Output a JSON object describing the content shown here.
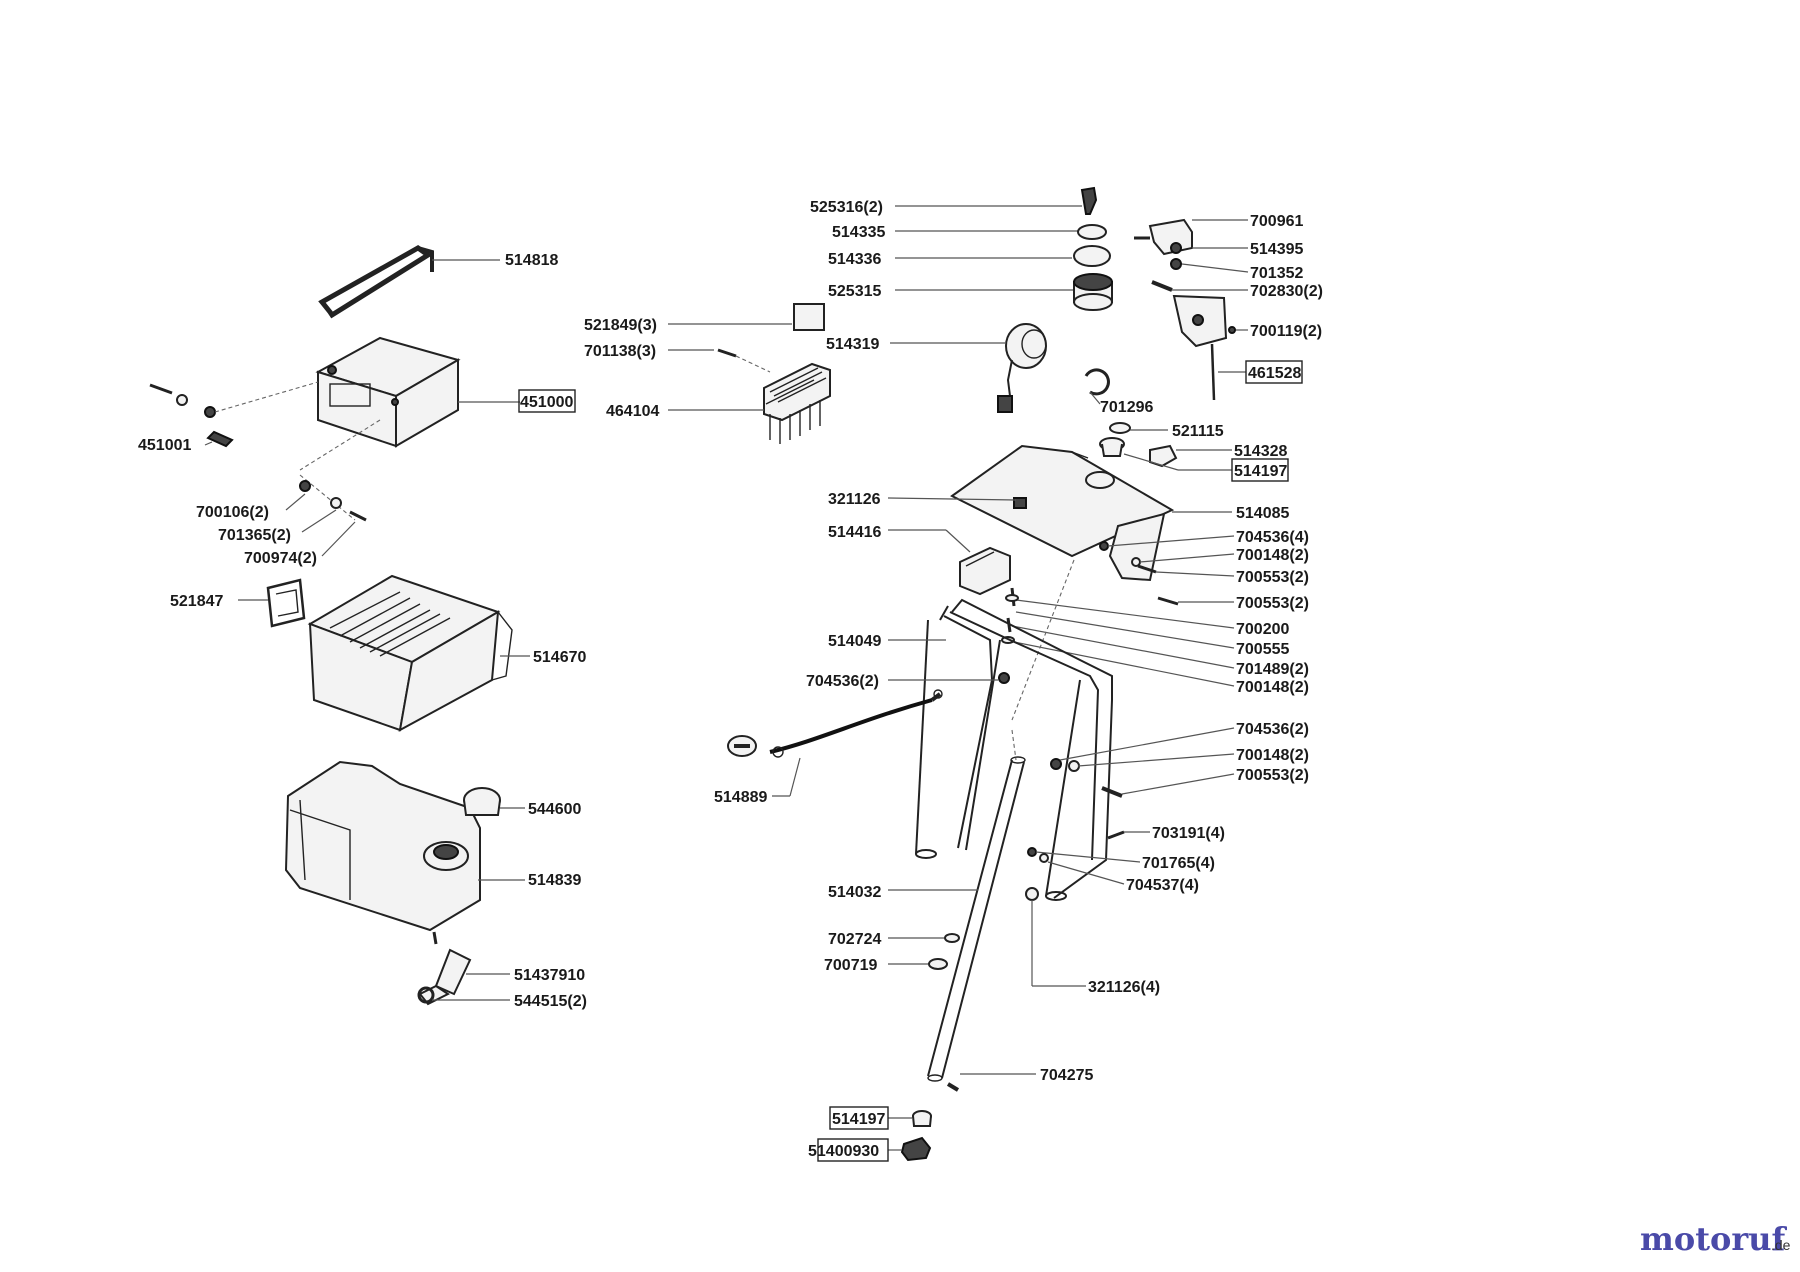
{
  "labels": {
    "l514818": "514818",
    "l451000": "451000",
    "l451001": "451001",
    "l700106": "700106(2)",
    "l701365": "701365(2)",
    "l700974": "700974(2)",
    "l521847": "521847",
    "l514670": "514670",
    "l544600": "544600",
    "l514839": "514839",
    "l51437910": "51437910",
    "l544515": "544515(2)",
    "l525316": "525316(2)",
    "l514335": "514335",
    "l514336": "514336",
    "l525315": "525315",
    "l521849": "521849(3)",
    "l701138": "701138(3)",
    "l464104": "464104",
    "l514319": "514319",
    "l701296": "701296",
    "l700961": "700961",
    "l514395": "514395",
    "l701352": "701352",
    "l702830": "702830(2)",
    "l700119": "700119(2)",
    "l461528": "461528",
    "l521115": "521115",
    "l514328": "514328",
    "l514197a": "514197",
    "l321126": "321126",
    "l514085": "514085",
    "l514416": "514416",
    "l704536a": "704536(4)",
    "l700148a": "700148(2)",
    "l700553a": "700553(2)",
    "l700553b": "700553(2)",
    "l700200": "700200",
    "l700555": "700555",
    "l701489": "701489(2)",
    "l700148b": "700148(2)",
    "l514049": "514049",
    "l704536b": "704536(2)",
    "l704536c": "704536(2)",
    "l700148c": "700148(2)",
    "l700553c": "700553(2)",
    "l514889": "514889",
    "l703191": "703191(4)",
    "l701765": "701765(4)",
    "l704537": "704537(4)",
    "l514032": "514032",
    "l702724": "702724",
    "l700719": "700719",
    "l321126b": "321126(4)",
    "l704275": "704275",
    "l514197b": "514197",
    "l51400930": "51400930"
  },
  "logo": {
    "text": "motoruf",
    "suffix": ".de"
  }
}
